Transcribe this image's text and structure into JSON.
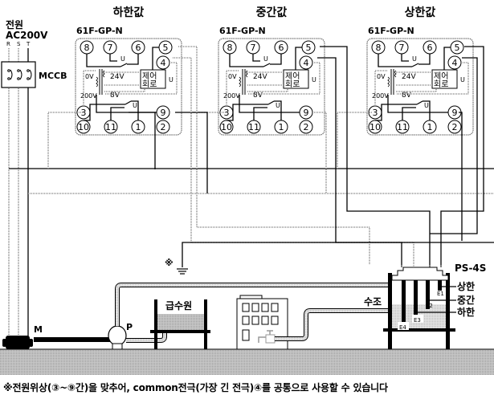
{
  "power": {
    "title": "전원",
    "voltage": "AC200V",
    "phases": [
      "R",
      "S",
      "T"
    ],
    "breaker_label": "MCCB"
  },
  "relays": [
    {
      "title": "하한값",
      "model": "61F-GP-N"
    },
    {
      "title": "중간값",
      "model": "61F-GP-N"
    },
    {
      "title": "상한값",
      "model": "61F-GP-N"
    }
  ],
  "relay_internals": {
    "pins_top": [
      "8",
      "7",
      "6",
      "5",
      "4"
    ],
    "pins_mid": [
      "3",
      "9"
    ],
    "pins_bottom": [
      "10",
      "11",
      "1",
      "2"
    ],
    "contact_label": "U",
    "tap_0v": "0V",
    "tap_200v": "200V",
    "tap_24v": "24V",
    "tap_8v": "8V",
    "control_circuit_line1": "제어",
    "control_circuit_line2": "회로",
    "control_u": "U"
  },
  "ground_mark": "※",
  "electrode_holder": {
    "model": "PS-4S",
    "electrodes": [
      "E1",
      "E2",
      "E3",
      "E4"
    ],
    "levels": [
      "상한",
      "중간",
      "하한"
    ]
  },
  "tank_label": "수조",
  "supply_label": "급수원",
  "motor_label": "M",
  "pump_label": "P",
  "footer_note": "※전원위상(③~⑨간)을 맞추어, common전극(가장 긴 전극)④를 공통으로 사용할 수 있습니다",
  "colors": {
    "line": "#000000",
    "secondary_line": "#8c8c8c",
    "water": "#d0d0d0",
    "ground": "#a8a8a8"
  }
}
